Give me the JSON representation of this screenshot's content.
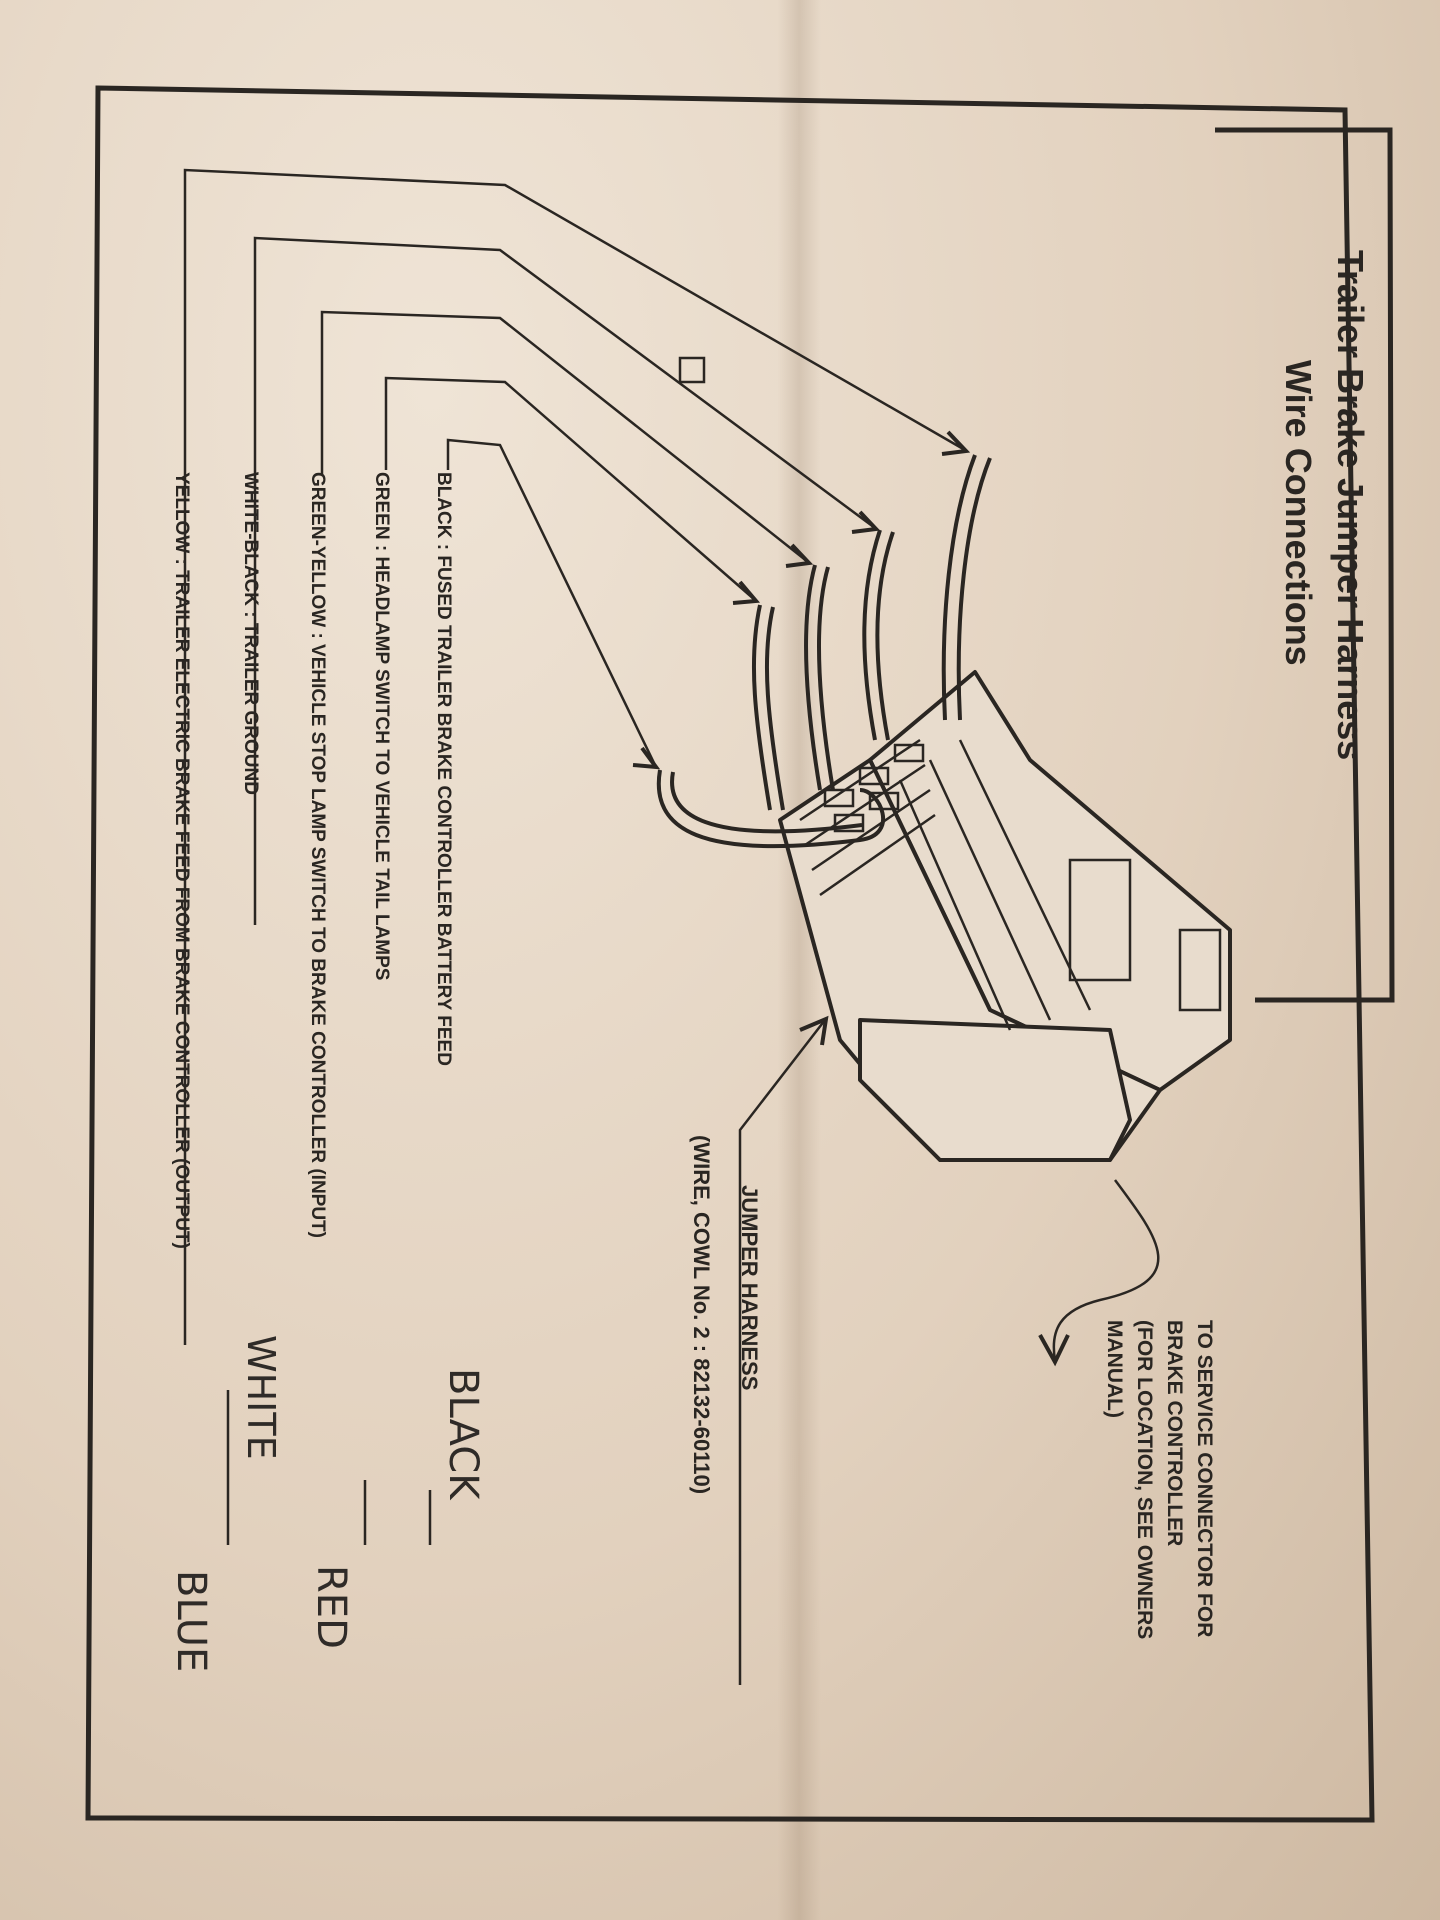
{
  "title": {
    "line1": "Trailer Brake Jumper Harness",
    "line2": "Wire Connections"
  },
  "wires": [
    {
      "id": "black",
      "label": "BLACK : FUSED TRAILER BRAKE CONTROLLER BATTERY FEED",
      "handwritten": "BLACK"
    },
    {
      "id": "green",
      "label": "GREEN : HEADLAMP SWITCH TO VEHICLE TAIL LAMPS",
      "handwritten": ""
    },
    {
      "id": "green-yellow",
      "label": "GREEN-YELLOW : VEHICLE STOP LAMP SWITCH TO BRAKE CONTROLLER (INPUT)",
      "handwritten": "RED"
    },
    {
      "id": "white-black",
      "label": "WHITE-BLACK : TRAILER GROUND",
      "handwritten": "WHITE"
    },
    {
      "id": "yellow",
      "label": "YELLOW : TRAILER ELECTRIC BRAKE FEED FROM BRAKE CONTROLLER (OUTPUT)",
      "handwritten": "BLUE"
    }
  ],
  "jumper": {
    "line1": "JUMPER HARNESS",
    "line2": "(WIRE, COWL No. 2 : 82132-60110)"
  },
  "service": {
    "lines": [
      "TO SERVICE CONNECTOR FOR",
      "BRAKE CONTROLLER",
      "(FOR LOCATION, SEE OWNERS",
      "MANUAL)"
    ]
  }
}
